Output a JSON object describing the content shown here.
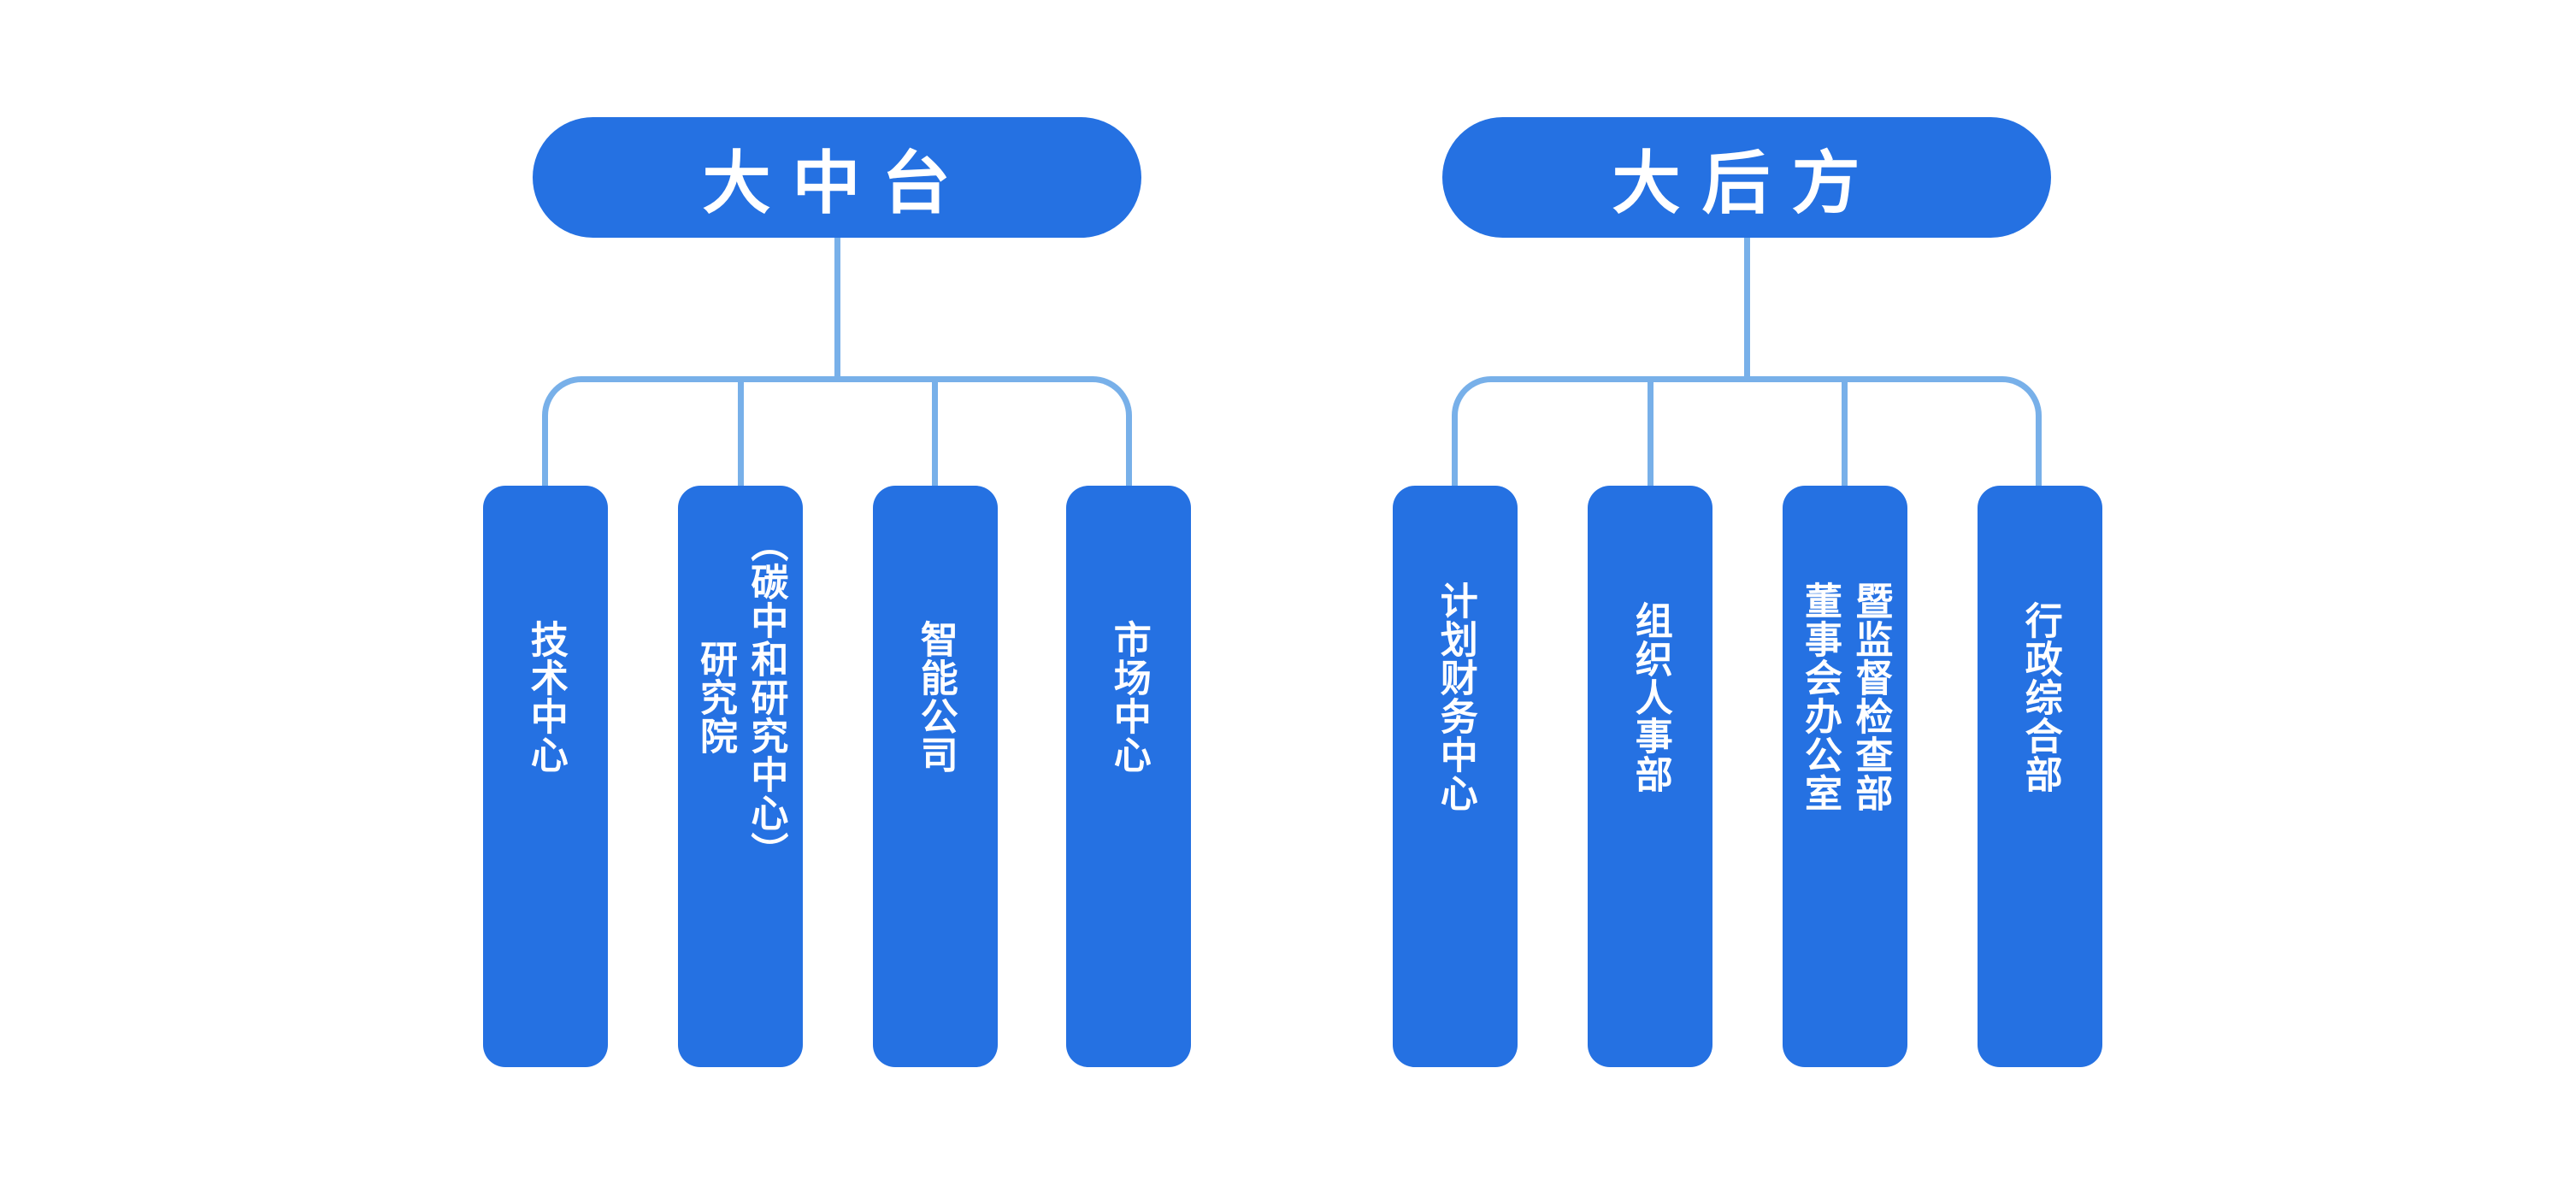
{
  "diagram": {
    "background": "#ffffff",
    "colors": {
      "node_fill": "#2571E2",
      "connector": "#78B0E9",
      "text": "#ffffff"
    },
    "trees": [
      {
        "id": "left",
        "root": "大中台",
        "children": [
          {
            "label": "技术中心"
          },
          {
            "label": "研究院\n（碳中和研究中心）"
          },
          {
            "label": "智能公司"
          },
          {
            "label": "市场中心"
          }
        ]
      },
      {
        "id": "right",
        "root": "大后方",
        "children": [
          {
            "label": "计划财务中心"
          },
          {
            "label": "组织人事部"
          },
          {
            "label": "董事会办公室\n暨监督检查部"
          },
          {
            "label": "行政综合部"
          }
        ]
      }
    ]
  }
}
